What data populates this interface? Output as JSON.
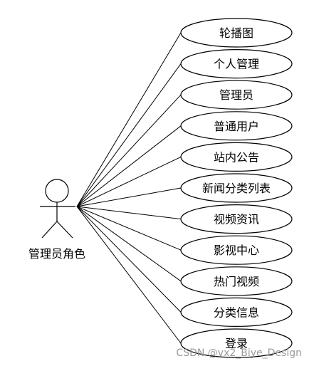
{
  "actor": {
    "name": "管理员角色"
  },
  "use_cases": [
    {
      "label": "轮播图"
    },
    {
      "label": "个人管理"
    },
    {
      "label": "管理员"
    },
    {
      "label": "普通用户"
    },
    {
      "label": "站内公告"
    },
    {
      "label": "新闻分类列表"
    },
    {
      "label": "视频资讯"
    },
    {
      "label": "影视中心"
    },
    {
      "label": "热门视频"
    },
    {
      "label": "分类信息"
    },
    {
      "label": "登录"
    }
  ],
  "watermark": "CSDN @vx2_Biye_Design"
}
